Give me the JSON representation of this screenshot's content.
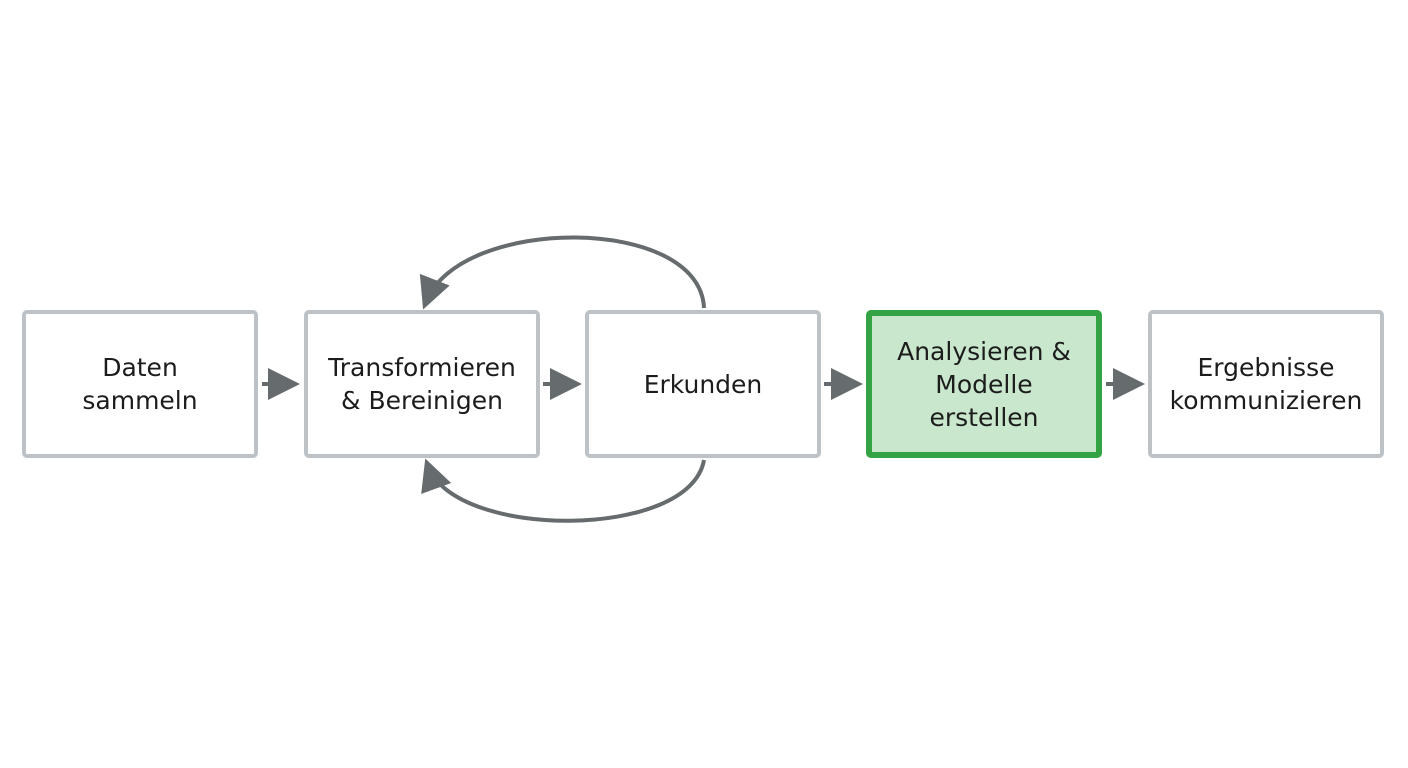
{
  "steps": [
    {
      "label": "Daten\nsammeln"
    },
    {
      "label": "Transformieren\n& Bereinigen"
    },
    {
      "label": "Erkunden"
    },
    {
      "label": "Analysieren &\nModelle\nerstellen"
    },
    {
      "label": "Ergebnisse\nkommunizieren"
    }
  ],
  "highlighted_step": 4,
  "colors": {
    "box_border": "#bcc2c5",
    "highlight_border": "#34a344",
    "highlight_fill": "#c9e7cc",
    "arrow": "#666b6d",
    "text": "#1c1c1c"
  }
}
